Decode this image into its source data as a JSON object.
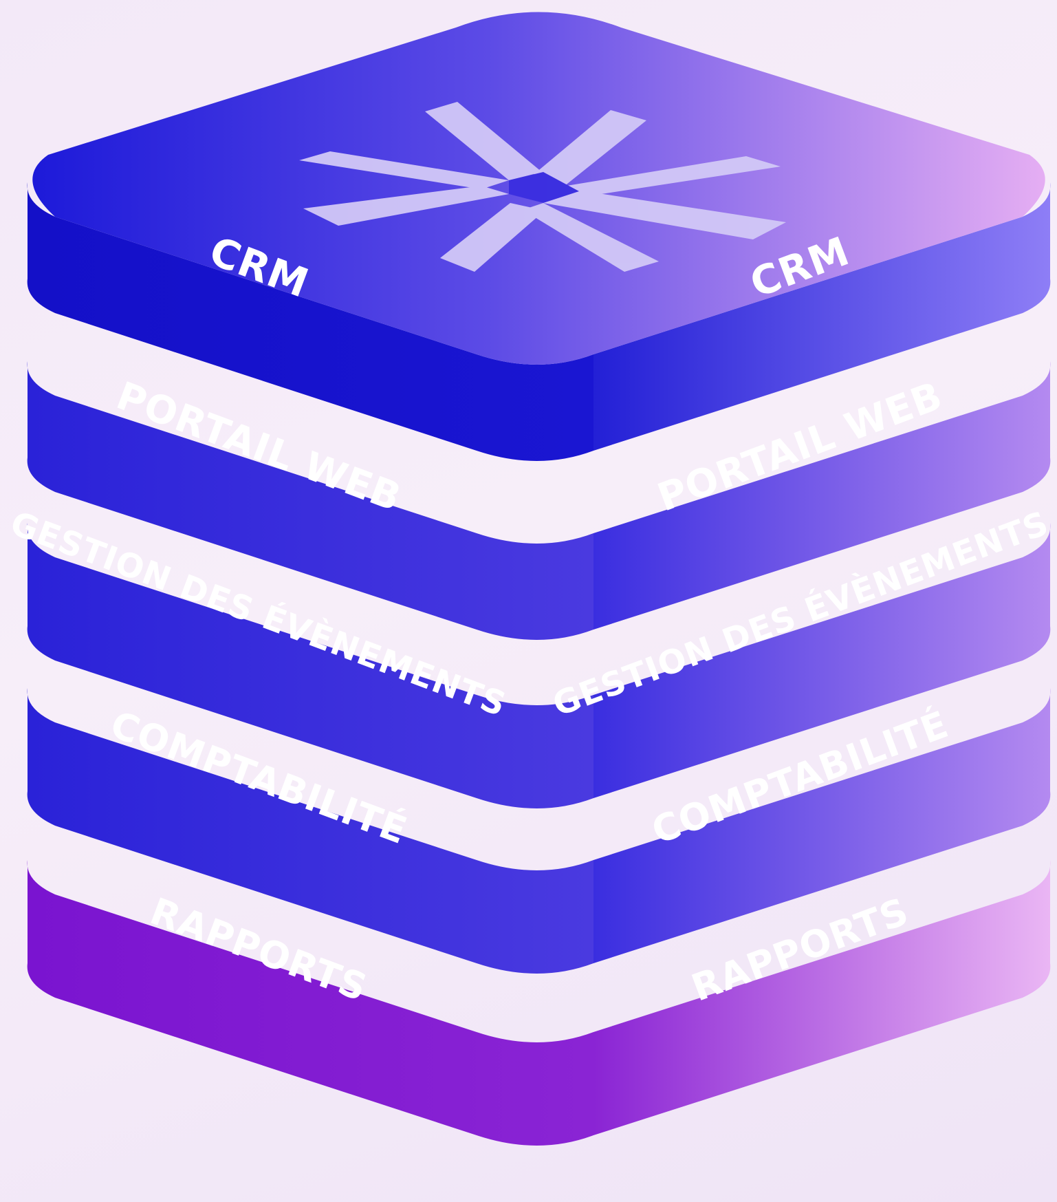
{
  "colors": {
    "background": "#f4eaf8",
    "accent_left": "#1a1ad6",
    "accent_right": "#e0a8f2",
    "logo": "#d2c8f7"
  },
  "logo": {
    "icon": "asterisk-star-icon"
  },
  "layers": [
    {
      "id": "crm",
      "left_label": "CRM",
      "right_label": "CRM"
    },
    {
      "id": "portail-web",
      "left_label": "PORTAIL WEB",
      "right_label": "PORTAIL WEB"
    },
    {
      "id": "gestion-evenements",
      "left_label": "GESTION DES ÉVÈNEMENTS",
      "right_label": "GESTION DES ÉVÈNEMENTS"
    },
    {
      "id": "comptabilite",
      "left_label": "COMPTABILITÉ",
      "right_label": "COMPTABILITÉ"
    },
    {
      "id": "rapports",
      "left_label": "RAPPORTS",
      "right_label": "RAPPORTS"
    }
  ]
}
